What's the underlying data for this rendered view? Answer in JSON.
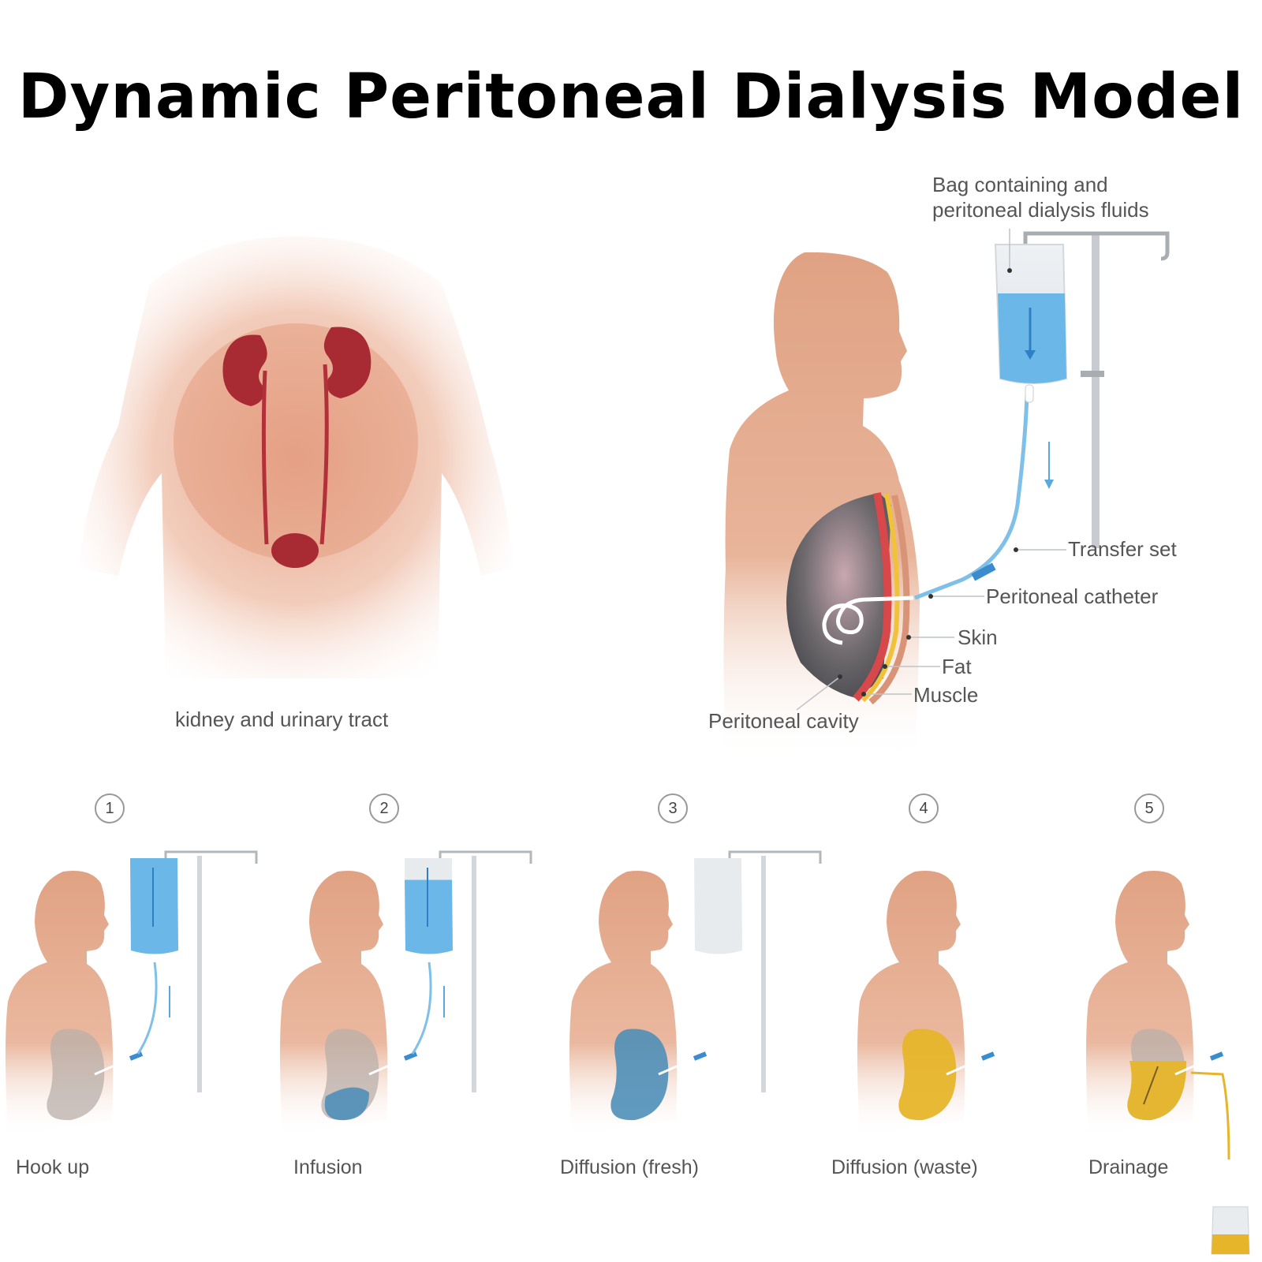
{
  "title": "Dynamic Peritoneal Dialysis Model",
  "kidney_panel": {
    "caption": "kidney and urinary tract"
  },
  "anatomy_panel": {
    "labels": {
      "bag": "Bag containing and\nperitoneal dialysis fluids",
      "transfer_set": "Transfer set",
      "catheter": "Peritoneal catheter",
      "skin": "Skin",
      "fat": "Fat",
      "muscle": "Muscle",
      "cavity": "Peritoneal cavity"
    }
  },
  "steps": [
    {
      "number": "1",
      "label": "Hook up"
    },
    {
      "number": "2",
      "label": "Infusion"
    },
    {
      "number": "3",
      "label": "Diffusion (fresh)"
    },
    {
      "number": "4",
      "label": "Diffusion (waste)"
    },
    {
      "number": "5",
      "label": "Drainage"
    }
  ],
  "colors": {
    "skin": "#E0A283",
    "fluid_blue": "#6BB8E8",
    "kidney": "#A82A32",
    "waste_yellow": "#E6B52A"
  }
}
